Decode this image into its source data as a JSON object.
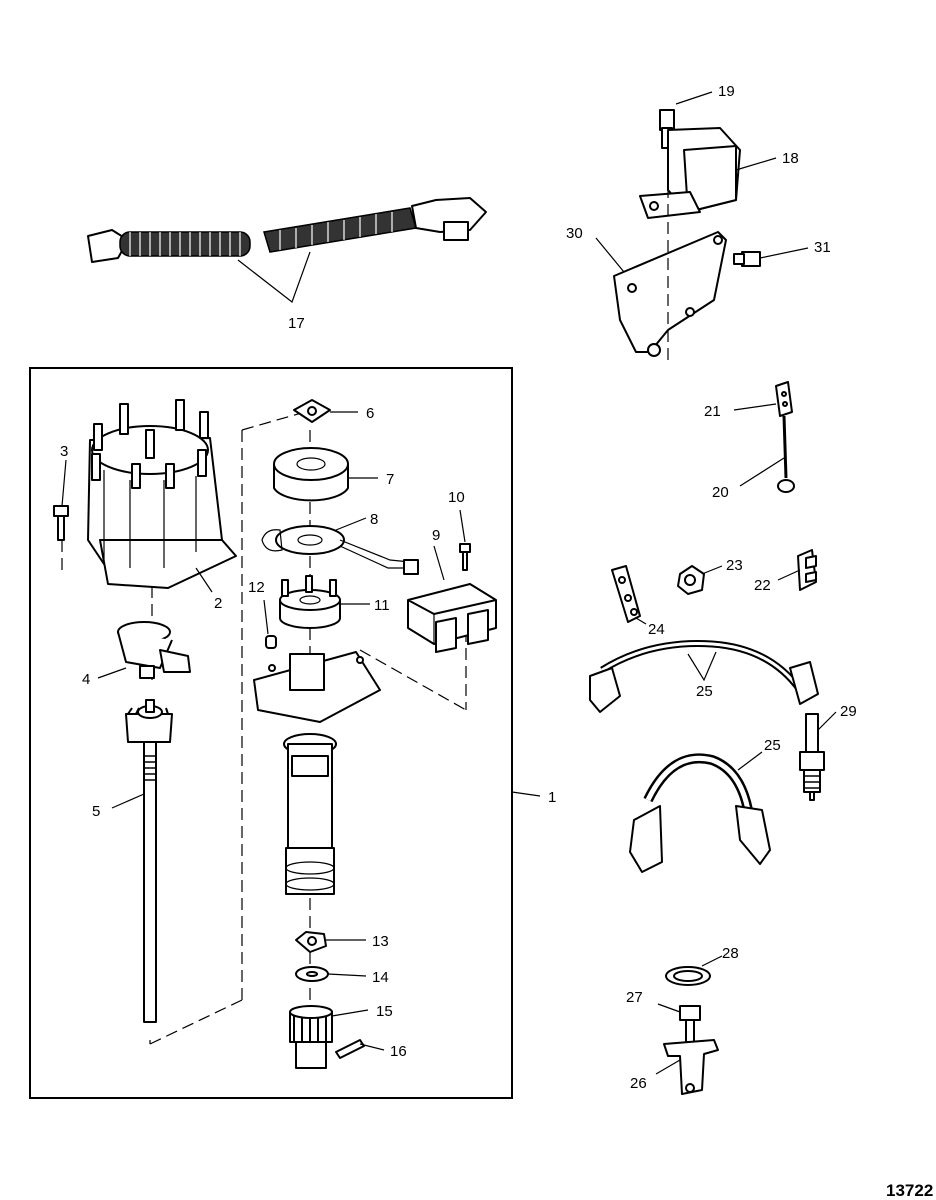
{
  "figure_number": "13722",
  "callouts": {
    "c1": "1",
    "c2": "2",
    "c3": "3",
    "c4": "4",
    "c5": "5",
    "c6": "6",
    "c7": "7",
    "c8": "8",
    "c9": "9",
    "c10": "10",
    "c11": "11",
    "c12": "12",
    "c13": "13",
    "c14": "14",
    "c15": "15",
    "c16": "16",
    "c17": "17",
    "c18": "18",
    "c19": "19",
    "c20": "20",
    "c21": "21",
    "c22": "22",
    "c23": "23",
    "c24": "24",
    "c25a": "25",
    "c25b": "25",
    "c26": "26",
    "c27": "27",
    "c28": "28",
    "c29": "29",
    "c30": "30",
    "c31": "31"
  }
}
